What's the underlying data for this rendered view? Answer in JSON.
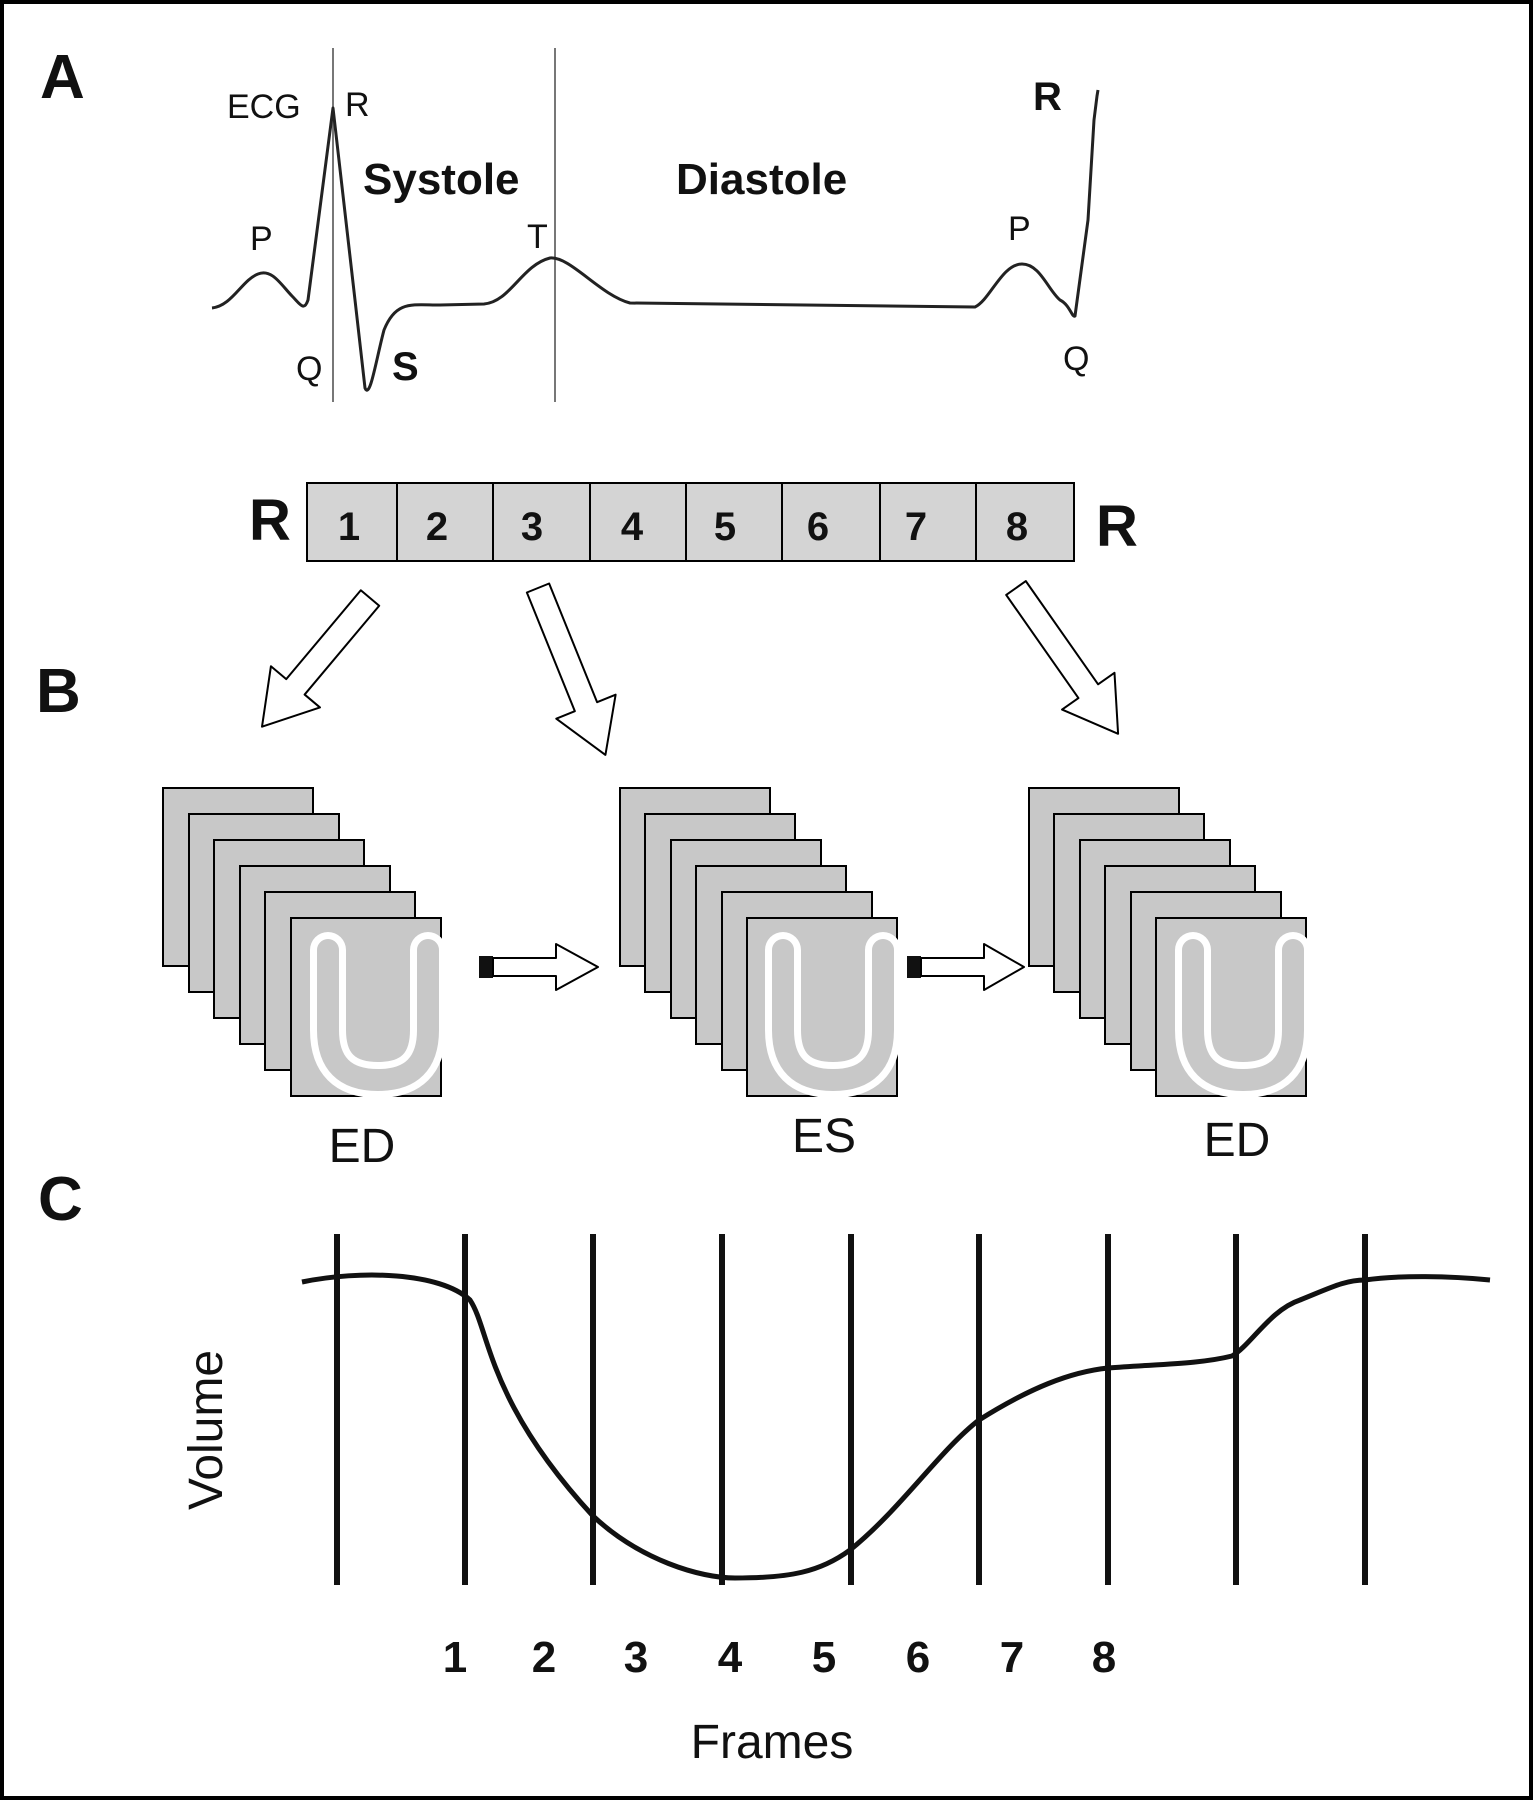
{
  "panels": {
    "a": "A",
    "b": "B",
    "c": "C"
  },
  "ecg": {
    "title": "ECG",
    "r_first": "R",
    "r_last": "R",
    "p_first": "P",
    "p_last": "P",
    "q_first": "Q",
    "q_last": "Q",
    "s": "S",
    "t": "T",
    "systole": "Systole",
    "diastole": "Diastole"
  },
  "frame_strip": {
    "r_left": "R",
    "r_right": "R",
    "cells": [
      "1",
      "2",
      "3",
      "4",
      "5",
      "6",
      "7",
      "8"
    ]
  },
  "stacks": {
    "first": "ED",
    "middle": "ES",
    "last": "ED"
  },
  "chart_data": {
    "type": "line",
    "xlabel": "Frames",
    "ylabel": "Volume",
    "tick_labels": [
      "1",
      "2",
      "3",
      "4",
      "5",
      "6",
      "7",
      "8"
    ],
    "colors": {
      "line": "#111111",
      "frame_fill": "#d4d4d4",
      "slice_fill": "#c8c8c8"
    }
  }
}
